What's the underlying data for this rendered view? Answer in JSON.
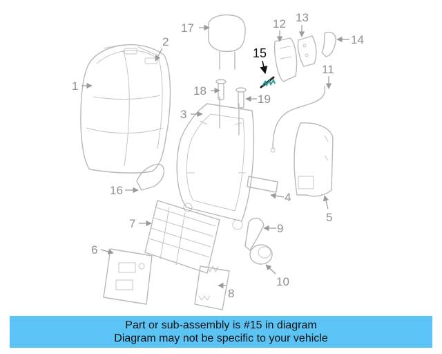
{
  "diagram": {
    "highlight_color": "#111111",
    "part_color": "#b8b8b8",
    "callouts": [
      {
        "id": "c1",
        "label": "1"
      },
      {
        "id": "c2",
        "label": "2"
      },
      {
        "id": "c3",
        "label": "3"
      },
      {
        "id": "c4",
        "label": "4"
      },
      {
        "id": "c5",
        "label": "5"
      },
      {
        "id": "c6",
        "label": "6"
      },
      {
        "id": "c7",
        "label": "7"
      },
      {
        "id": "c8",
        "label": "8"
      },
      {
        "id": "c9",
        "label": "9"
      },
      {
        "id": "c10",
        "label": "10"
      },
      {
        "id": "c11",
        "label": "11"
      },
      {
        "id": "c12",
        "label": "12"
      },
      {
        "id": "c13",
        "label": "13"
      },
      {
        "id": "c14",
        "label": "14"
      },
      {
        "id": "c15",
        "label": "15",
        "highlighted": true
      },
      {
        "id": "c16",
        "label": "16"
      },
      {
        "id": "c17",
        "label": "17"
      },
      {
        "id": "c18",
        "label": "18"
      },
      {
        "id": "c19",
        "label": "19"
      }
    ]
  },
  "banner": {
    "line1": "Part or sub-assembly is #15 in diagram",
    "line2": "Diagram may not be specific to your vehicle",
    "color": "#5bc4f5"
  }
}
